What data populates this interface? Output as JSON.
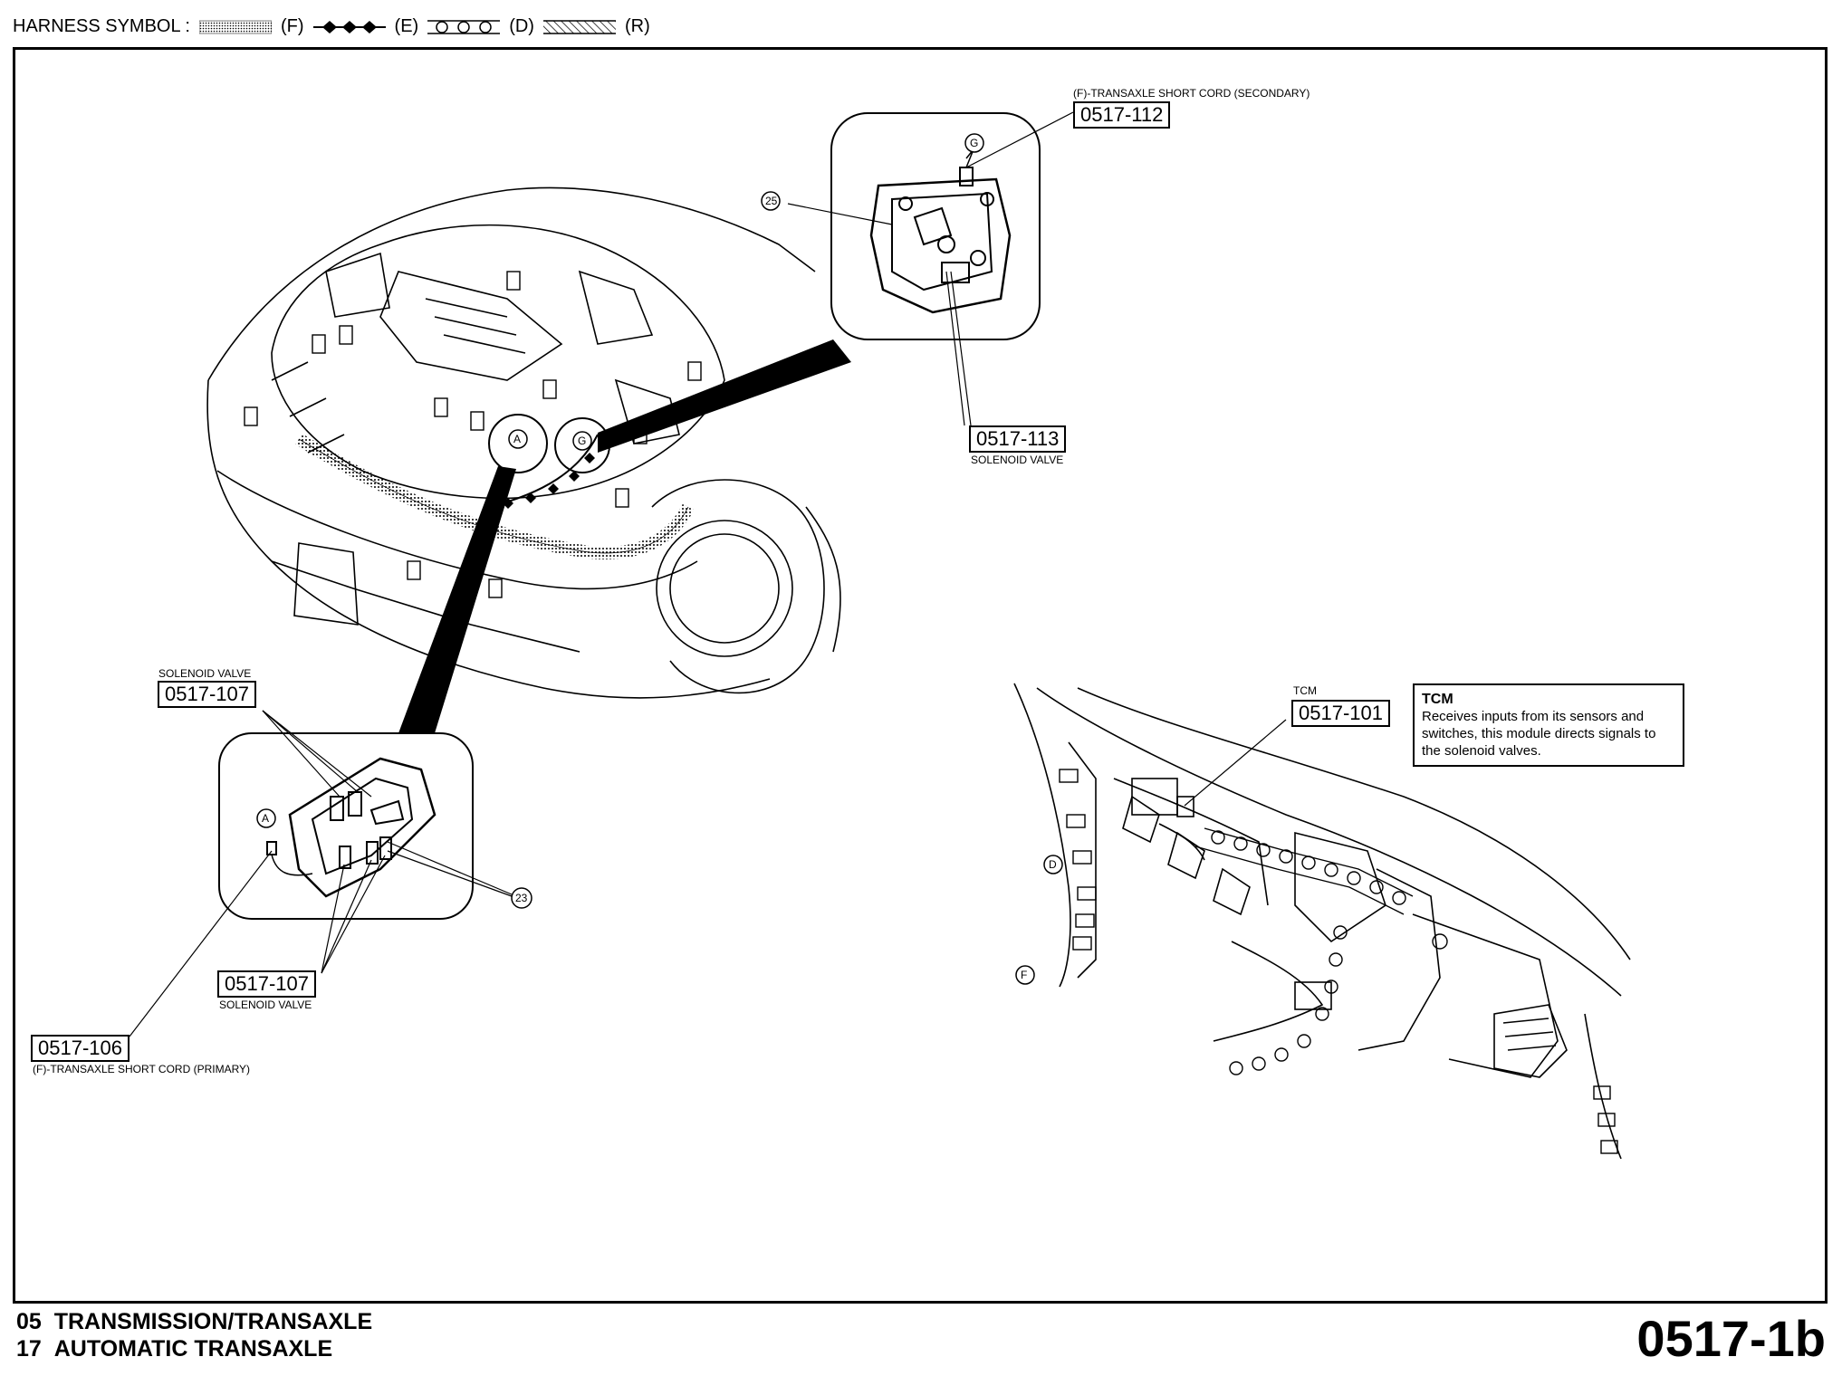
{
  "legend": {
    "label": "HARNESS SYMBOL :",
    "items": [
      {
        "code": "(F)",
        "symbol": "dotted-pattern-icon"
      },
      {
        "code": "(E)",
        "symbol": "diamond-chain-icon"
      },
      {
        "code": "(D)",
        "symbol": "circle-chain-icon"
      },
      {
        "code": "(R)",
        "symbol": "hatched-pattern-icon"
      }
    ]
  },
  "callouts": {
    "c112": {
      "title": "(F)-TRANSAXLE SHORT CORD (SECONDARY)",
      "code": "0517-112"
    },
    "c113": {
      "code": "0517-113",
      "caption": "SOLENOID VALVE"
    },
    "c107a": {
      "title": "SOLENOID VALVE",
      "code": "0517-107"
    },
    "c107b": {
      "code": "0517-107",
      "caption": "SOLENOID VALVE"
    },
    "c106": {
      "code": "0517-106",
      "caption": "(F)-TRANSAXLE SHORT CORD (PRIMARY)"
    },
    "c101": {
      "title": "TCM",
      "code": "0517-101"
    }
  },
  "markers": {
    "a": "A",
    "g": "G",
    "d": "D",
    "f": "F",
    "n23": "23",
    "n25": "25"
  },
  "tcm_note": {
    "title": "TCM",
    "body": "Receives inputs from its sensors and switches, this module directs signals to the solenoid valves."
  },
  "footer": {
    "line1_num": "05",
    "line1_text": "TRANSMISSION/TRANSAXLE",
    "line2_num": "17",
    "line2_text": "AUTOMATIC TRANSAXLE",
    "page_code": "0517-1b"
  }
}
